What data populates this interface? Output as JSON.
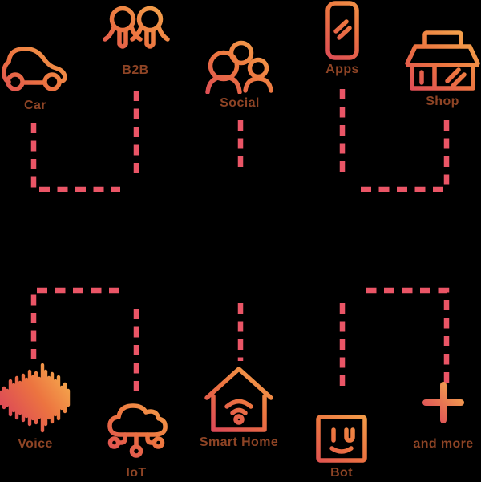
{
  "diagram": {
    "title": "channels-diagram",
    "colors": {
      "background": "#000000",
      "dash": "#EA5566",
      "icon_gradient_top": "#F5A94D",
      "icon_gradient_mid": "#EC7440",
      "icon_gradient_bottom": "#DB4659",
      "label_text": "#8E4425"
    },
    "nodes": [
      {
        "id": "car",
        "label": "Car",
        "icon": "car-icon",
        "row": "top"
      },
      {
        "id": "b2b",
        "label": "B2B",
        "icon": "b2b-people-icon",
        "row": "top"
      },
      {
        "id": "social",
        "label": "Social",
        "icon": "social-group-icon",
        "row": "top"
      },
      {
        "id": "apps",
        "label": "Apps",
        "icon": "smartphone-icon",
        "row": "top"
      },
      {
        "id": "shop",
        "label": "Shop",
        "icon": "storefront-icon",
        "row": "top"
      },
      {
        "id": "voice",
        "label": "Voice",
        "icon": "voice-waveform-icon",
        "row": "bottom"
      },
      {
        "id": "iot",
        "label": "IoT",
        "icon": "iot-cloud-icon",
        "row": "bottom"
      },
      {
        "id": "smart-home",
        "label": "Smart Home",
        "icon": "smart-home-icon",
        "row": "bottom"
      },
      {
        "id": "bot",
        "label": "Bot",
        "icon": "bot-face-icon",
        "row": "bottom"
      },
      {
        "id": "more",
        "label": "and more",
        "icon": "plus-icon",
        "row": "bottom"
      }
    ]
  }
}
